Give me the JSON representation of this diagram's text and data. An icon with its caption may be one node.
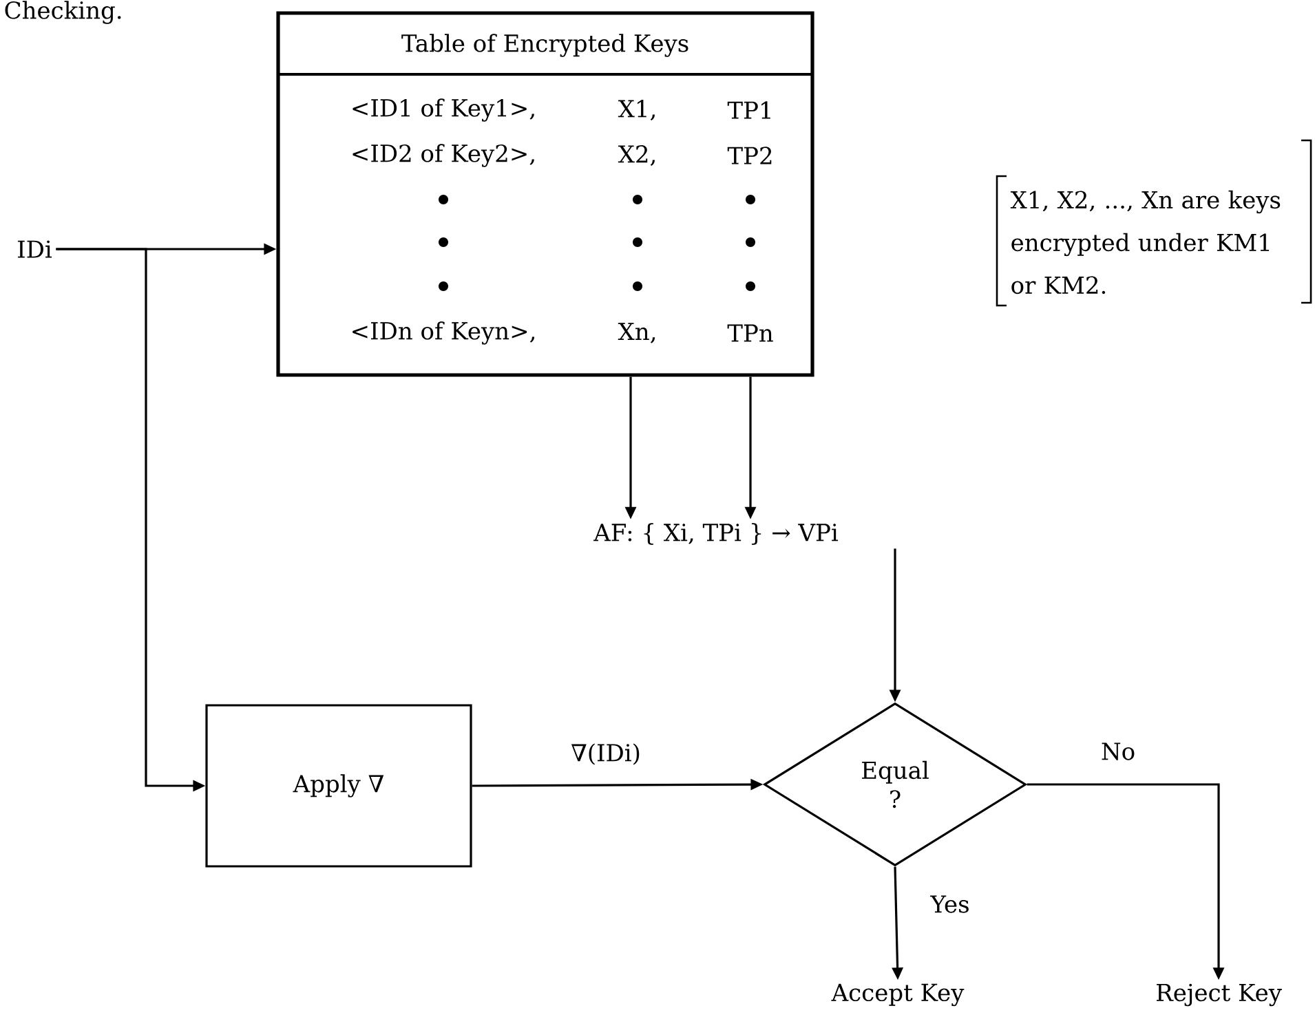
{
  "diagram": {
    "nodes": [
      {
        "text": [
          "IDi"
        ]
      },
      {
        "text": [
          "Table of Encrypted Keys",
          "<ID1 of Key1>,",
          "X1,",
          "TP1",
          "<ID2 of Key2>,",
          "X2,",
          "TP2",
          "<IDn of Keyn>,",
          "Xn,",
          "TPn"
        ]
      },
      {
        "text": [
          "AF: { Xi,    TPi } → VPi"
        ]
      },
      {
        "text": [
          "Apply ∇"
        ]
      },
      {
        "text": [
          "Equal ?"
        ]
      },
      {
        "text": [
          "Accept Key"
        ]
      },
      {
        "text": [
          "Reject Key"
        ]
      }
    ],
    "edges": [
      {
        "from": 0,
        "to": 1,
        "arrow": "to"
      },
      {
        "from": 0,
        "to": 3,
        "arrow": "to"
      },
      {
        "from": 1,
        "to": 2,
        "arrow": "to"
      },
      {
        "from": 1,
        "to": 2,
        "arrow": "to"
      },
      {
        "from": 2,
        "to": 4,
        "arrow": "to"
      },
      {
        "from": 3,
        "to": 4,
        "arrow": "to",
        "label": "∇(IDi)"
      },
      {
        "from": 4,
        "to": 5,
        "arrow": "to",
        "label": "Yes"
      },
      {
        "from": 4,
        "to": 6,
        "arrow": "to",
        "label": "No"
      }
    ],
    "labels": [
      "Checking.",
      "X1, X2, ..., Xn are keys encrypted under KM1 or KM2."
    ]
  }
}
